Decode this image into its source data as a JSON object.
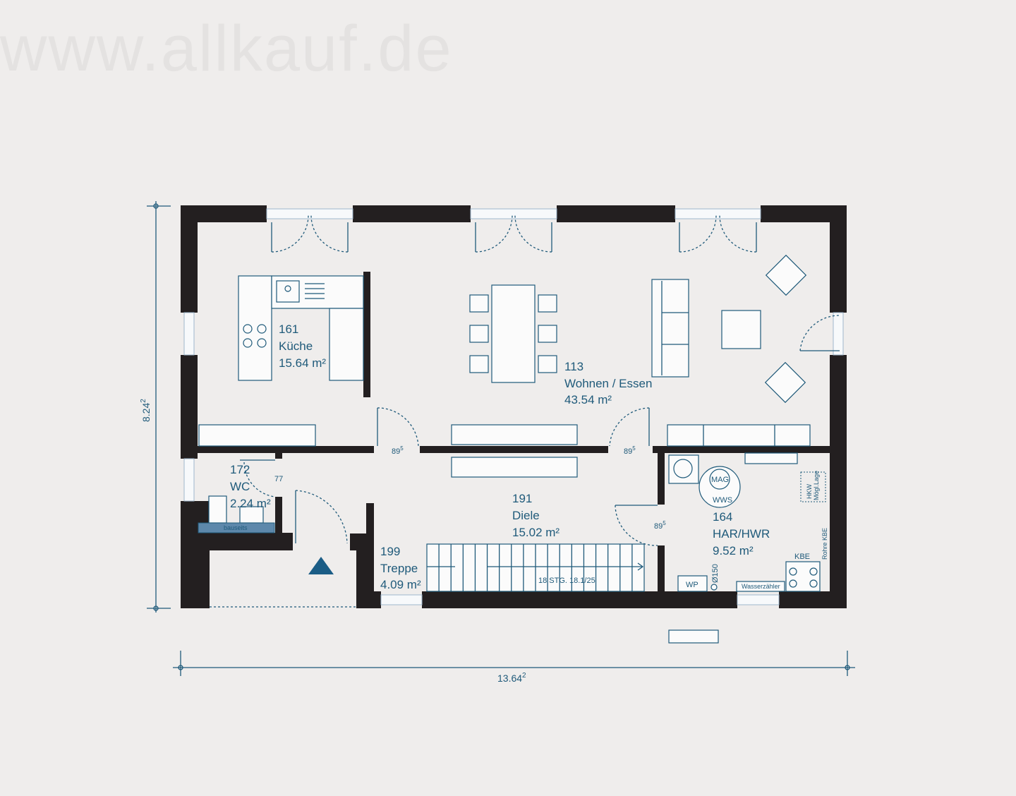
{
  "watermark": "www.allkauf.de",
  "colors": {
    "background": "#efedec",
    "walls": "#231f20",
    "annotation": "#1f5a7a"
  },
  "dimensions": {
    "width": "13.64",
    "width_sup": "2",
    "depth": "8.24",
    "depth_sup": "2"
  },
  "rooms": [
    {
      "number": "161",
      "name": "Küche",
      "area": "15.64 m²"
    },
    {
      "number": "113",
      "name": "Wohnen / Essen",
      "area": "43.54 m²"
    },
    {
      "number": "172",
      "name": "WC",
      "area": "2.24 m²"
    },
    {
      "number": "191",
      "name": "Diele",
      "area": "15.02 m²"
    },
    {
      "number": "199",
      "name": "Treppe",
      "area": "4.09 m²"
    },
    {
      "number": "164",
      "name": "HAR/HWR",
      "area": "9.52 m²"
    }
  ],
  "door_widths": [
    {
      "v": "89",
      "s": "5"
    },
    {
      "v": "89",
      "s": "5"
    },
    {
      "v": "89",
      "s": "5"
    },
    {
      "v": "77",
      "s": ""
    }
  ],
  "labels": {
    "bauseits": "bauseits",
    "stairs": "18 STG. 18.1/25",
    "mag": "MAG",
    "wws": "WWS",
    "hkw": "HKW",
    "hkw2": "Mögl.Lage",
    "kbe": "KBE",
    "rohre": "Rohre KBE",
    "wp": "WP",
    "d150": "Ø150",
    "wasser": "Wasserzähler"
  }
}
